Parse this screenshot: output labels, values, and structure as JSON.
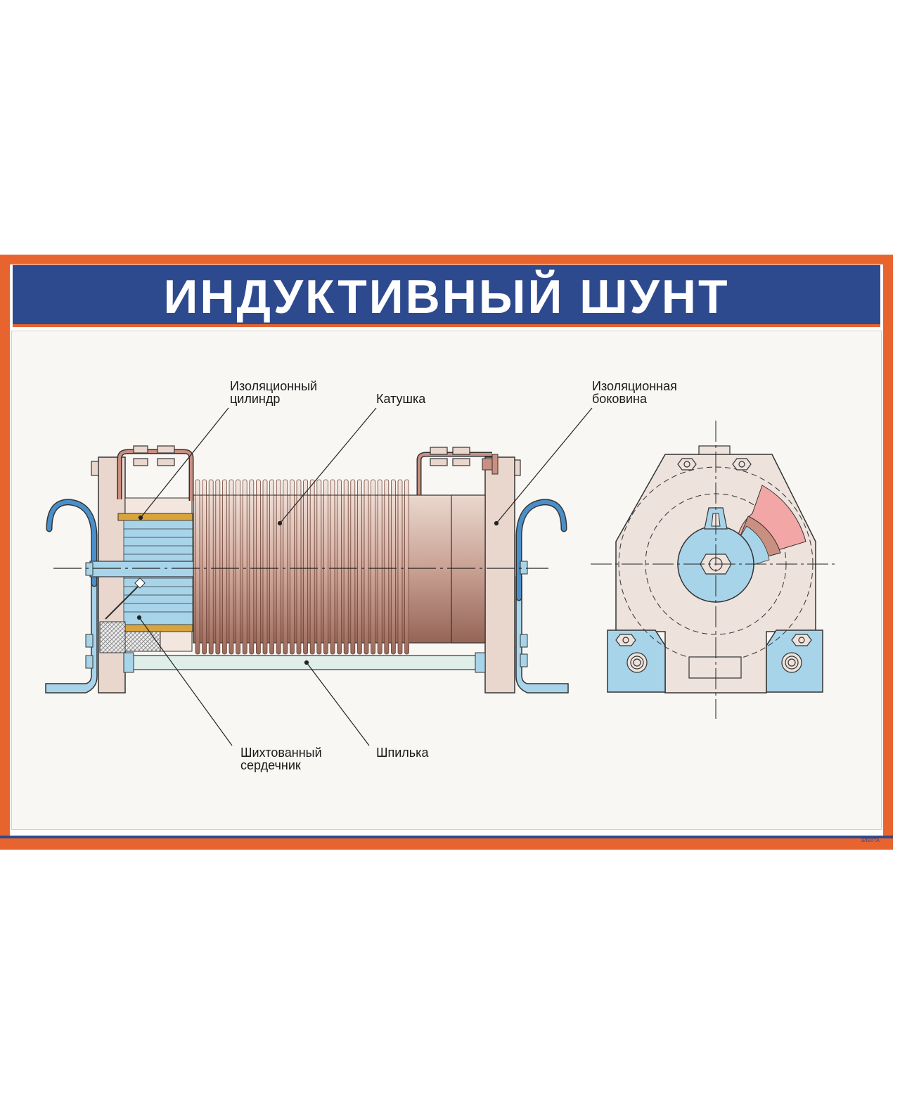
{
  "title": "ИНДУКТИВНЫЙ ШУНТ",
  "publisher_logo": "ЭЛЕКТА",
  "labels": {
    "insulating_cylinder": [
      "Изоляционный",
      "цилиндр"
    ],
    "coil": [
      "Катушка"
    ],
    "insulating_sidewall": [
      "Изоляционная",
      "боковина"
    ],
    "laminated_core": [
      "Шихтованный",
      "сердечник"
    ],
    "stud": [
      "Шпилька"
    ]
  },
  "colors": {
    "frame_orange": "#e8642f",
    "title_blue": "#2e4a8f",
    "coil_copper": "#c98f80",
    "body_beige": "#e9d6cc",
    "steel_blue": "#a8d4ea",
    "insulation_yellow": "#d8a43b"
  }
}
